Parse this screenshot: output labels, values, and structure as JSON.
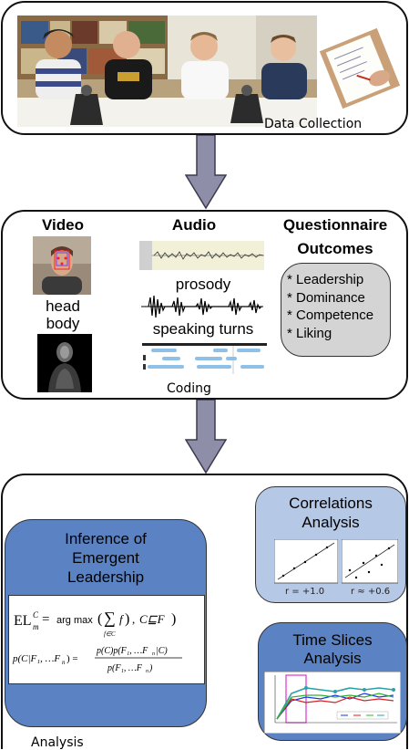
{
  "collection": {
    "caption": "Data Collection"
  },
  "coding": {
    "caption": "Coding",
    "video": {
      "title": "Video",
      "head_label": "head",
      "body_label": "body"
    },
    "audio": {
      "title": "Audio",
      "prosody_label": "prosody",
      "turns_label": "speaking turns"
    },
    "questionnaire": {
      "title_line1": "Questionnaire",
      "title_line2": "Outcomes",
      "items": [
        "* Leadership",
        "* Dominance",
        "* Competence",
        "* Liking"
      ]
    }
  },
  "analysis": {
    "caption": "Analysis",
    "inference": {
      "title_line1": "Inference of",
      "title_line2": "Emergent",
      "title_line3": "Leadership"
    },
    "correlations": {
      "title_line1": "Correlations",
      "title_line2": "Analysis",
      "plot1_label": "r = +1.0",
      "plot2_label": "r ≈ +0.6"
    },
    "time_slices": {
      "title_line1": "Time Slices",
      "title_line2": "Analysis"
    }
  },
  "colors": {
    "arrow": "#8e8ea8",
    "inference_bg": "#5b82c2",
    "side_panel_bg": "#b5c8e6",
    "time_panel_bg": "#5b82c2",
    "questionnaire_bg": "#d4d4d4"
  }
}
